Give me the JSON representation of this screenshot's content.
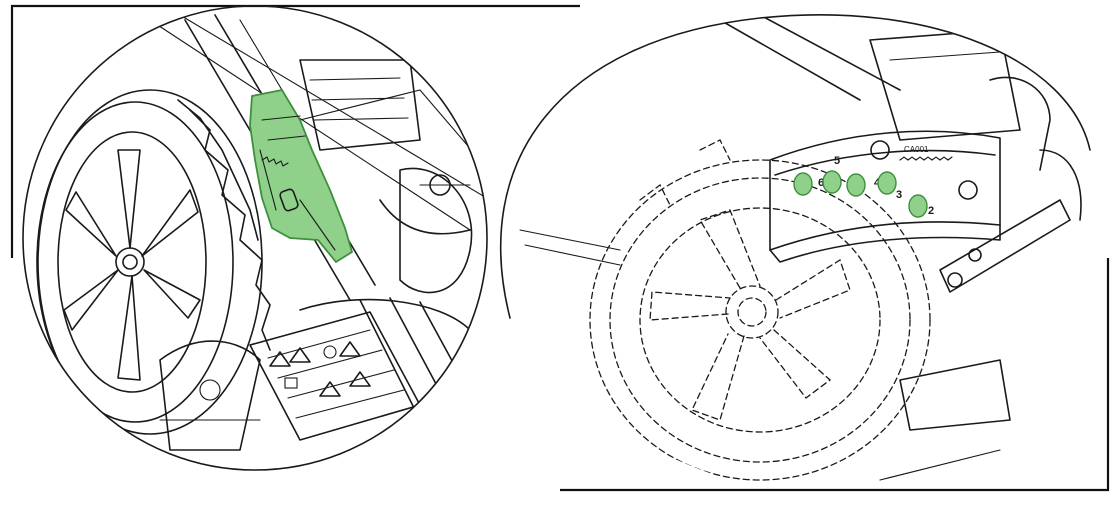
{
  "colors": {
    "highlight": "#8fd18a",
    "highlight_stroke": "#3f8f3f",
    "line": "#1a1a1a",
    "background": "#ffffff"
  },
  "height_adjust": {
    "plate_text": "CA001",
    "holes": [
      "6",
      "5",
      "4",
      "3",
      "2"
    ]
  }
}
